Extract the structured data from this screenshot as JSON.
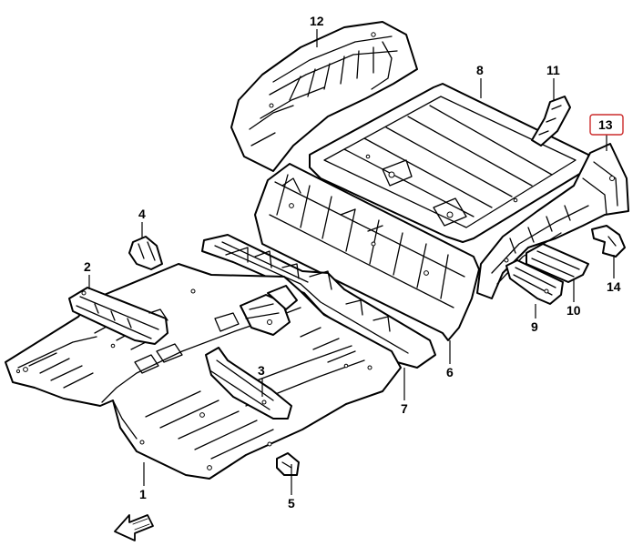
{
  "diagram": {
    "highlight_color": "#cc2b2b",
    "line_color": "#000000",
    "callouts": [
      {
        "id": "c1",
        "label": "1"
      },
      {
        "id": "c2",
        "label": "2"
      },
      {
        "id": "c3",
        "label": "3"
      },
      {
        "id": "c4",
        "label": "4"
      },
      {
        "id": "c5",
        "label": "5"
      },
      {
        "id": "c6",
        "label": "6"
      },
      {
        "id": "c7",
        "label": "7"
      },
      {
        "id": "c8",
        "label": "8"
      },
      {
        "id": "c9",
        "label": "9"
      },
      {
        "id": "c10",
        "label": "10"
      },
      {
        "id": "c11",
        "label": "11"
      },
      {
        "id": "c12",
        "label": "12"
      },
      {
        "id": "c13",
        "label": "13",
        "highlighted": true
      },
      {
        "id": "c14",
        "label": "14"
      }
    ],
    "direction_icon": "front-arrow-icon"
  }
}
